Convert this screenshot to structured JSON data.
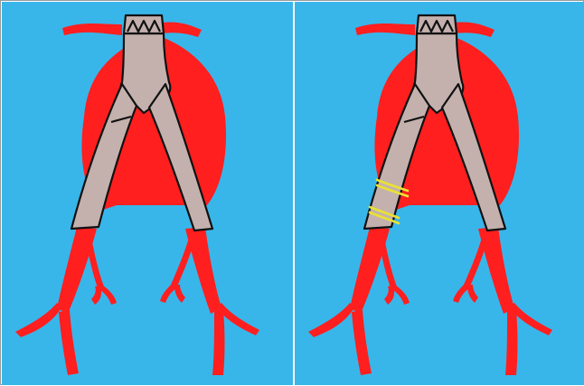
{
  "figure": {
    "panels": [
      {
        "panel": "left",
        "stent_graft": "bifurcated",
        "extension_ligatures": 0
      },
      {
        "panel": "right",
        "stent_graft": "bifurcated",
        "extension_ligatures": 2
      }
    ]
  },
  "colors": {
    "background": "#38b6ea",
    "vessel": "#ff1f1f",
    "aneurysm_sac": "#f52020",
    "graft_fill": "#c4b1ae",
    "graft_outline": "#111111",
    "suture": "#e9e233",
    "divider": "#ffffff"
  }
}
